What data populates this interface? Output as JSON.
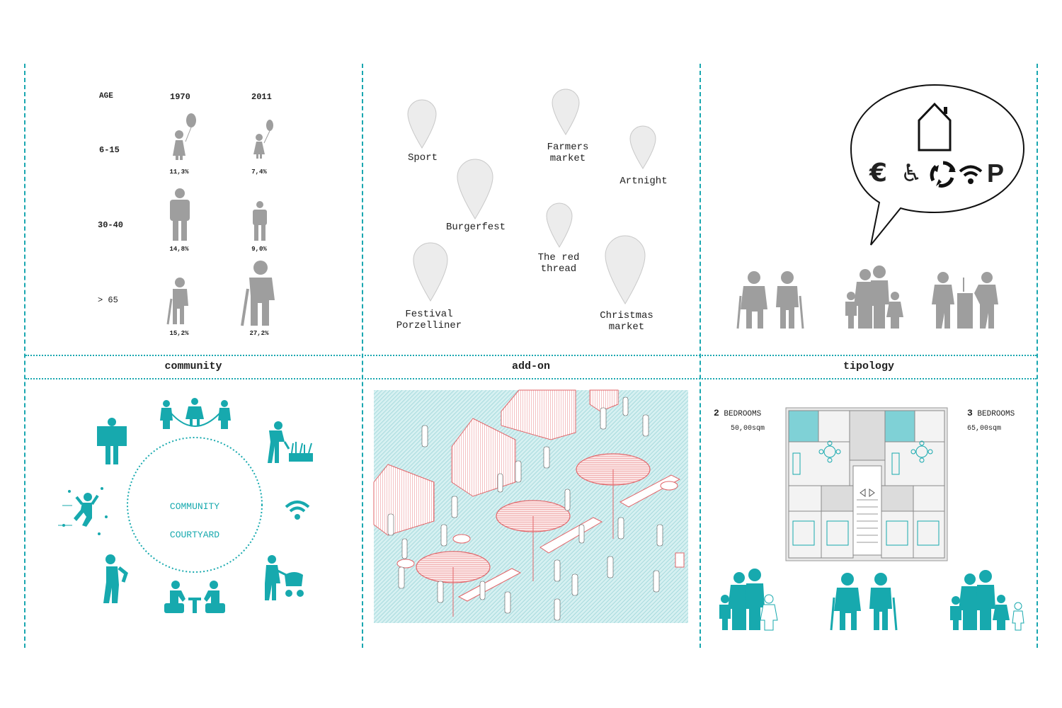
{
  "community": {
    "title": "community",
    "table": {
      "age_header": "AGE",
      "years": [
        "1970",
        "2011"
      ],
      "rows": [
        {
          "age": "6-15",
          "v1970": "11,3%",
          "v2011": "7,4%"
        },
        {
          "age": "30-40",
          "v1970": "14,8%",
          "v2011": "9,0%"
        },
        {
          "age": "> 65",
          "v1970": "15,2%",
          "v2011": "27,2%"
        }
      ]
    },
    "courtyard_label": [
      "COMMUNITY",
      "COURTYARD"
    ]
  },
  "addon": {
    "title": "add-on",
    "events": [
      "Sport",
      "Farmers\nmarket",
      "Artnight",
      "Burgerfest",
      "The red\nthread",
      "Festival\nPorzelliner",
      "Christmas\nmarket"
    ]
  },
  "tipology": {
    "title": "tipology",
    "services": [
      "€",
      "♿",
      "recycle-icon",
      "wifi-icon",
      "P"
    ],
    "left_unit": {
      "count": "2",
      "label": "BEDROOMS",
      "area": "50,00sqm"
    },
    "right_unit": {
      "count": "3",
      "label": "BEDROOMS",
      "area": "65,00sqm"
    }
  },
  "colors": {
    "accent": "#17a9ae",
    "gray": "#9e9e9e",
    "red": "#e2666a",
    "hatch": "#a8dde0"
  }
}
